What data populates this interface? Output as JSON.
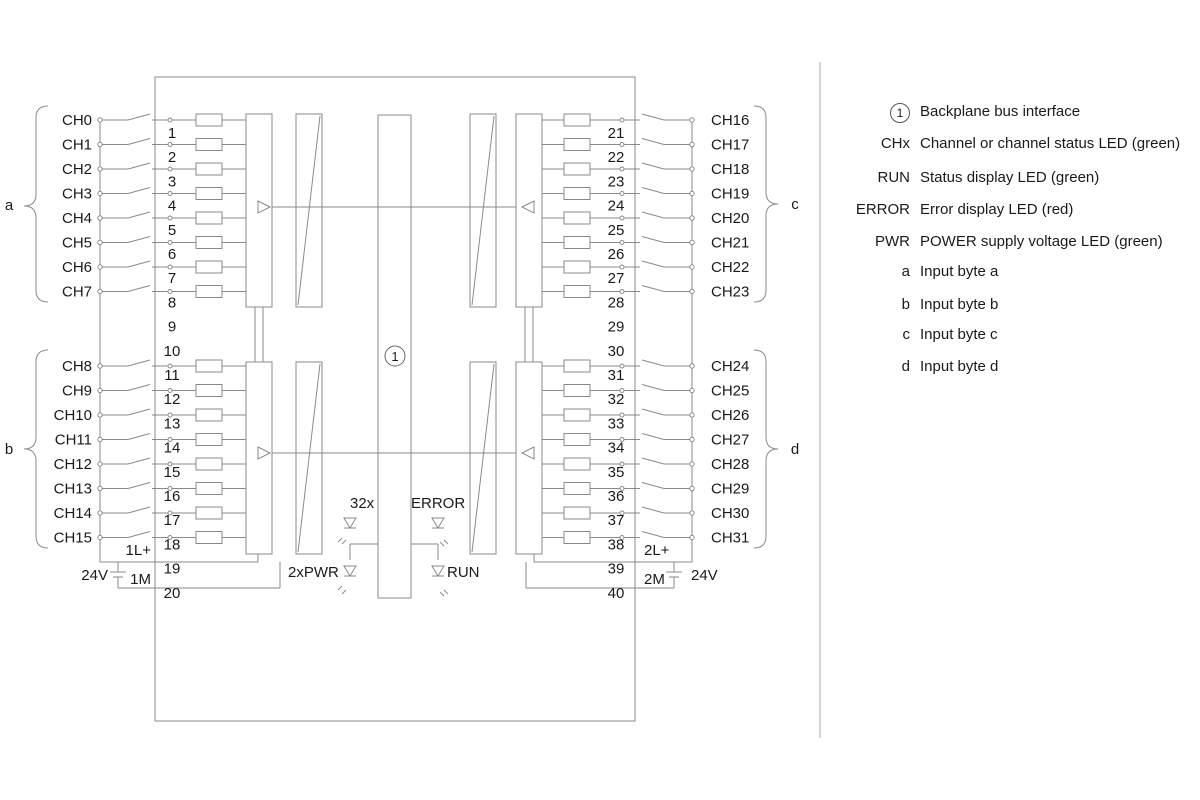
{
  "module": {
    "left_channels": [
      "CH0",
      "CH1",
      "CH2",
      "CH3",
      "CH4",
      "CH5",
      "CH6",
      "CH7",
      "CH8",
      "CH9",
      "CH10",
      "CH11",
      "CH12",
      "CH13",
      "CH14",
      "CH15"
    ],
    "right_channels": [
      "CH16",
      "CH17",
      "CH18",
      "CH19",
      "CH20",
      "CH21",
      "CH22",
      "CH23",
      "CH24",
      "CH25",
      "CH26",
      "CH27",
      "CH28",
      "CH29",
      "CH30",
      "CH31"
    ],
    "left_pins": [
      "1",
      "2",
      "3",
      "4",
      "5",
      "6",
      "7",
      "8",
      "9",
      "10",
      "11",
      "12",
      "13",
      "14",
      "15",
      "16",
      "17",
      "18",
      "19",
      "20"
    ],
    "right_pins": [
      "21",
      "22",
      "23",
      "24",
      "25",
      "26",
      "27",
      "28",
      "29",
      "30",
      "31",
      "32",
      "33",
      "34",
      "35",
      "36",
      "37",
      "38",
      "39",
      "40"
    ],
    "groups": {
      "a": "a",
      "b": "b",
      "c": "c",
      "d": "d"
    },
    "supply_left": {
      "plus": "1L+",
      "minus": "1M",
      "voltage": "24V"
    },
    "supply_right": {
      "plus": "2L+",
      "minus": "2M",
      "voltage": "24V"
    },
    "bus_marker": "1",
    "led_labels": {
      "channels": "32x",
      "error": "ERROR",
      "power": "2xPWR",
      "run": "RUN"
    }
  },
  "legend": [
    {
      "key": "1",
      "text": "Backplane bus interface",
      "circled": true
    },
    {
      "key": "CHx",
      "text": "Channel or channel status LED (green)"
    },
    {
      "key": "RUN",
      "text": "Status display LED (green)"
    },
    {
      "key": "ERROR",
      "text": "Error display LED (red)"
    },
    {
      "key": "PWR",
      "text": "POWER supply voltage LED (green)"
    },
    {
      "key": "a",
      "text": "Input byte a"
    },
    {
      "key": "b",
      "text": "Input byte b"
    },
    {
      "key": "c",
      "text": "Input byte c"
    },
    {
      "key": "d",
      "text": "Input byte d"
    }
  ],
  "colors": {
    "line": "#888888",
    "text": "#1a1a1a",
    "separator": "#aaaaaa"
  }
}
